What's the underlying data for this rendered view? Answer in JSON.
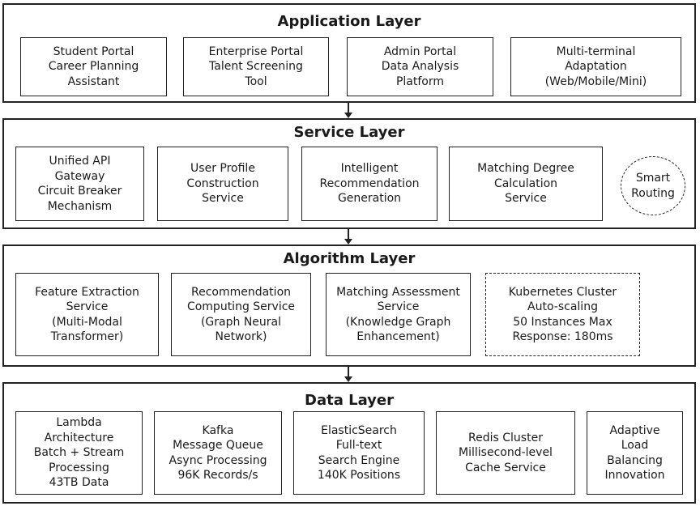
{
  "application": {
    "title": "Application Layer",
    "boxes": [
      [
        "Student Portal",
        "Career Planning",
        "Assistant"
      ],
      [
        "Enterprise Portal",
        "Talent Screening",
        "Tool"
      ],
      [
        "Admin Portal",
        "Data Analysis",
        "Platform"
      ],
      [
        "Multi-terminal",
        "Adaptation",
        "(Web/Mobile/Mini)"
      ]
    ]
  },
  "service": {
    "title": "Service Layer",
    "boxes": [
      [
        "Unified API",
        "Gateway",
        "Circuit Breaker",
        "Mechanism"
      ],
      [
        "User Profile",
        "Construction",
        "Service"
      ],
      [
        "Intelligent",
        "Recommendation",
        "Generation"
      ],
      [
        "Matching Degree",
        "Calculation",
        "Service"
      ],
      [
        "Smart",
        "Routing"
      ]
    ]
  },
  "algorithm": {
    "title": "Algorithm Layer",
    "boxes": [
      [
        "Feature Extraction",
        "Service",
        "(Multi-Modal",
        "Transformer)"
      ],
      [
        "Recommendation",
        "Computing Service",
        "(Graph Neural",
        "Network)"
      ],
      [
        "Matching Assessment",
        "Service",
        "(Knowledge Graph",
        "Enhancement)"
      ],
      [
        "Kubernetes Cluster",
        "Auto-scaling",
        "50 Instances Max",
        "Response: 180ms"
      ]
    ]
  },
  "data": {
    "title": "Data Layer",
    "boxes": [
      [
        "Lambda",
        "Architecture",
        "Batch + Stream",
        "Processing",
        "43TB Data"
      ],
      [
        "Kafka",
        "Message Queue",
        "Async Processing",
        "96K Records/s"
      ],
      [
        "ElasticSearch",
        "Full-text",
        "Search Engine",
        "140K Positions"
      ],
      [
        "Redis Cluster",
        "Millisecond-level",
        "Cache Service"
      ],
      [
        "Adaptive",
        "Load",
        "Balancing",
        "Innovation"
      ]
    ]
  }
}
